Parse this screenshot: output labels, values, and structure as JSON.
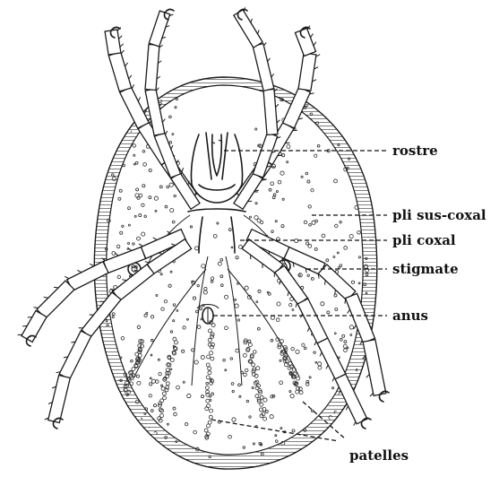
{
  "labels": {
    "rostre": "rostre",
    "pli_sus_coxal": "pli sus-coxal",
    "pli_coxal": "pli coxal",
    "stigmate": "stigmate",
    "anus": "anus",
    "patelles": "patelles"
  }
}
